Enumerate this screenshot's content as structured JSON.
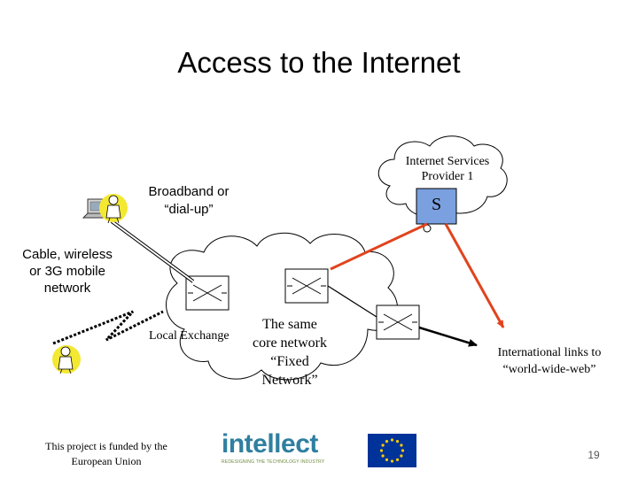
{
  "slide": {
    "title": "Access to the Internet",
    "page_number": "19"
  },
  "labels": {
    "isp_line1": "Internet Services",
    "isp_line2": "Provider 1",
    "server_letter": "S",
    "broadband_line1": "Broadband or",
    "broadband_line2": "“dial-up”",
    "mobile_line1": "Cable, wireless",
    "mobile_line2": "or 3G mobile",
    "mobile_line3": "network",
    "local_exchange": "Local Exchange",
    "core_line1": "The same",
    "core_line2": "core network",
    "core_line3": "“Fixed",
    "core_line4": "Network”",
    "intl_line1": "International links to",
    "intl_line2": "“world-wide-web”"
  },
  "footer": {
    "funding_line1": "This project is funded by the",
    "funding_line2": "European Union",
    "logo_text": "intellect",
    "logo_tagline": "REDESIGNING THE TECHNOLOGY INDUSTRY"
  },
  "colors": {
    "link_red": "#e0441e",
    "user_yellow": "#f3e832",
    "server_blue": "#7aa0e0",
    "cloud_fill": "#ffffff",
    "eu_blue": "#003399",
    "eu_star": "#ffcc00",
    "logo_teal": "#2f7fa0"
  }
}
